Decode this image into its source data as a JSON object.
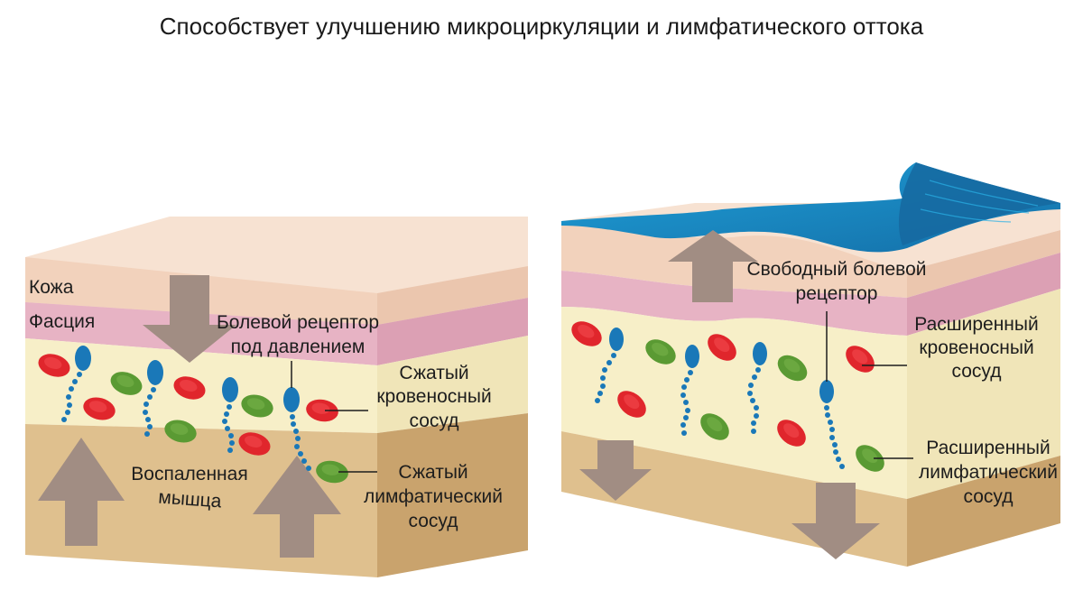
{
  "title": "Способствует улучшению микроциркуляции и лимфатического оттока",
  "left_panel": {
    "skin": "Кожа",
    "fascia": "Фасция",
    "pain_receptor": [
      "Болевой рецептор",
      "под давлением"
    ],
    "compressed_blood_vessel": [
      "Сжатый",
      "кровеносный",
      "сосуд"
    ],
    "inflamed_muscle": [
      "Воспаленная",
      "мышца"
    ],
    "compressed_lymph_vessel": [
      "Сжатый",
      "лимфатический",
      "сосуд"
    ]
  },
  "right_panel": {
    "free_pain_receptor": [
      "Свободный болевой",
      "рецептор"
    ],
    "dilated_blood_vessel": [
      "Расширенный",
      "кровеносный",
      "сосуд"
    ],
    "dilated_lymph_vessel": [
      "Расширенный",
      "лимфатический",
      "сосуд"
    ]
  },
  "colors": {
    "skin": "#f2d2bc",
    "fascia": "#e7b3c4",
    "tissue": "#f7efc8",
    "muscle": "#dfc08e",
    "muscle_side": "#c9a36d",
    "arrow": "#a18d83",
    "blood_cell": "#e0262c",
    "lymph_cell": "#5a9a33",
    "receptor": "#1a78b8",
    "tape": "#1e90c8"
  }
}
